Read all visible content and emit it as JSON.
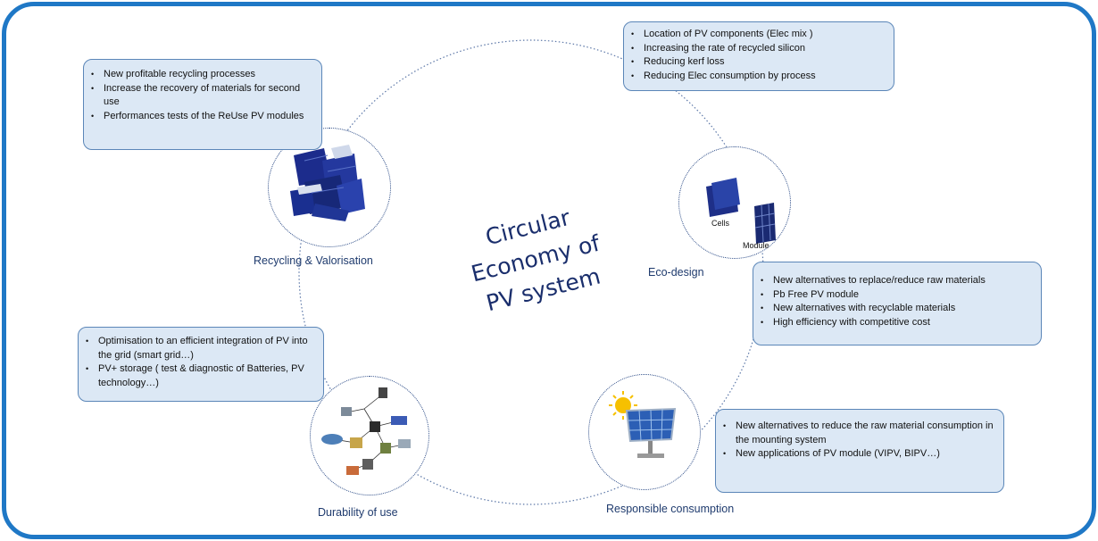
{
  "title": {
    "line1": "Circular",
    "line2": "Economy of",
    "line3": "PV system"
  },
  "stages": {
    "recycling": "Recycling & Valorisation",
    "ecodesign": "Eco-design",
    "durability": "Durability of use",
    "consumption": "Responsible consumption"
  },
  "ecodesign_image": {
    "cells_label": "Cells",
    "module_label": "Module"
  },
  "boxes": {
    "recycling": [
      "New profitable recycling processes",
      "Increase the recovery of materials for second use",
      "Performances tests of the ReUse PV modules"
    ],
    "ecodesign_top": [
      "Location of PV components (Elec mix )",
      "Increasing the rate of recycled silicon",
      "Reducing kerf loss",
      "Reducing Elec consumption by process"
    ],
    "ecodesign_right": [
      "New alternatives to replace/reduce raw materials",
      "Pb Free PV module",
      "New alternatives with recyclable materials",
      "High efficiency with competitive cost"
    ],
    "durability": [
      "Optimisation to an efficient integration of PV into the grid (smart grid…)",
      "PV+ storage ( test & diagnostic of Batteries, PV technology…)"
    ],
    "consumption": [
      "New alternatives to reduce the raw material consumption in the mounting system",
      " New applications of PV module (VIPV, BIPV…)"
    ]
  },
  "icons": {
    "recycling": "broken-solar-cells-icon",
    "ecodesign": "solar-cells-and-module-icon",
    "durability": "smart-grid-network-icon",
    "consumption": "solar-panel-with-sun-icon"
  },
  "colors": {
    "frame": "#1f78c6",
    "box_fill": "#dce8f5",
    "box_border": "#5b86b8",
    "title": "#1a2e6c"
  }
}
